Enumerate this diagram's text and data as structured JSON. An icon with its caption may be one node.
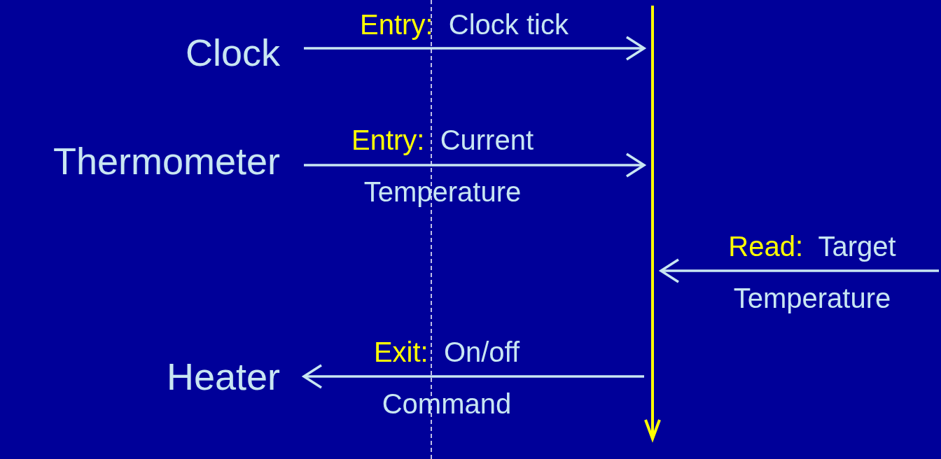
{
  "diagram": {
    "nodes": [
      {
        "text": [
          "Clock"
        ]
      },
      {
        "text": [
          "Thermometer"
        ]
      },
      {
        "text": [
          "Heater"
        ]
      },
      {
        "text": [],
        "shape": "bar"
      }
    ],
    "edges": [
      {
        "from": 0,
        "to": 3,
        "arrow": "to",
        "label": "Entry:  Clock tick"
      },
      {
        "from": 1,
        "to": 3,
        "arrow": "to",
        "label": "Entry:  Current Temperature"
      },
      {
        "from": null,
        "to": 3,
        "arrow": "to",
        "label": "Read:  Target Temperature"
      },
      {
        "from": 3,
        "to": 2,
        "arrow": "to",
        "label": "Exit:  On/off Command"
      }
    ]
  }
}
